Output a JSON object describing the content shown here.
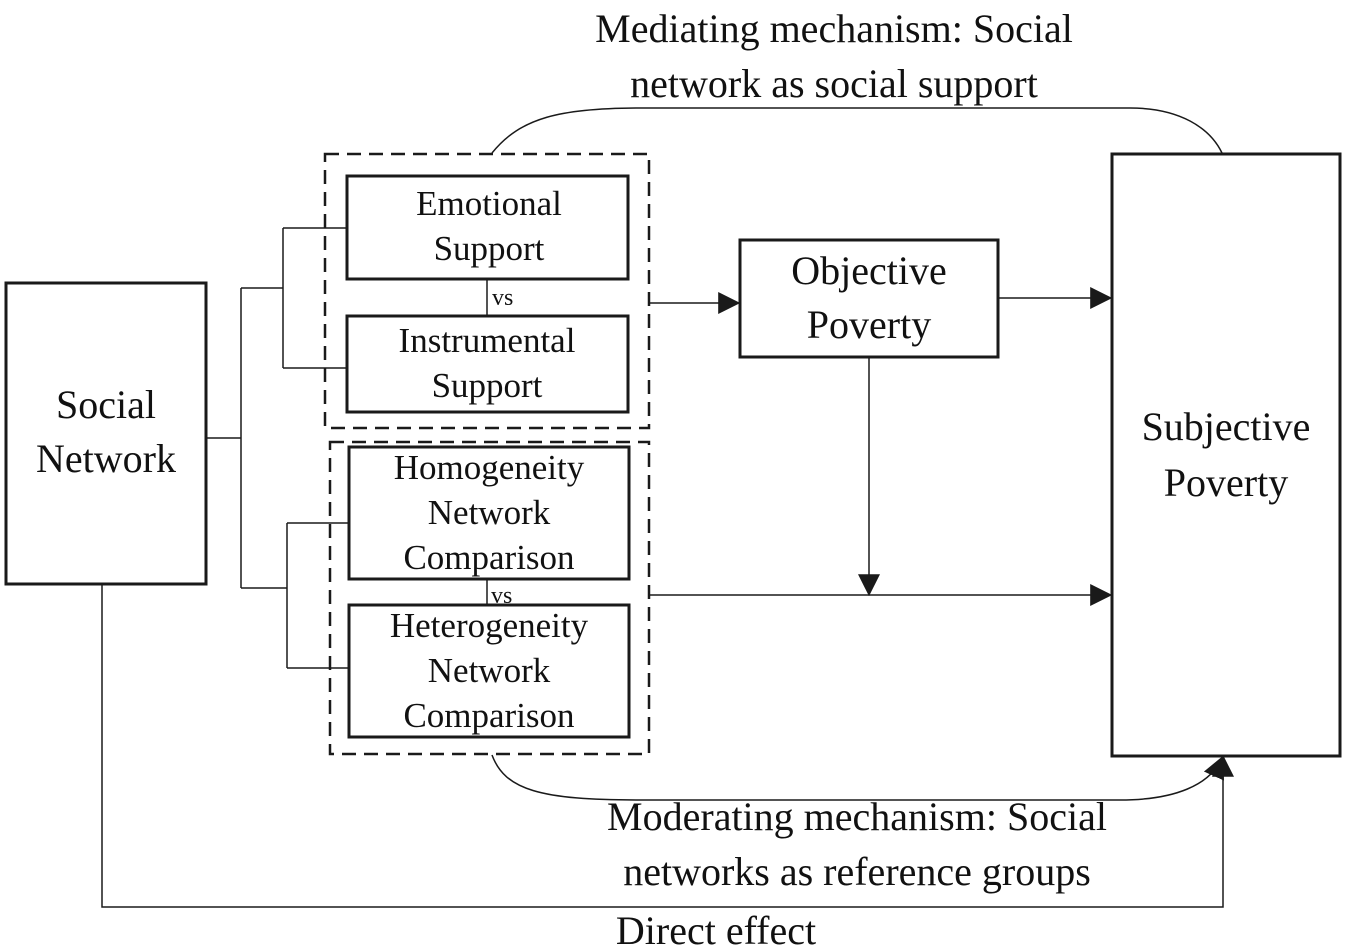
{
  "nodes": {
    "social_network": [
      "Social",
      "Network"
    ],
    "emotional_support": [
      "Emotional",
      "Support"
    ],
    "instrumental_support": [
      "Instrumental",
      "Support"
    ],
    "homogeneity_comparison": [
      "Homogeneity",
      "Network",
      "Comparison"
    ],
    "heterogeneity_comparison": [
      "Heterogeneity",
      "Network",
      "Comparison"
    ],
    "objective_poverty": [
      "Objective",
      "Poverty"
    ],
    "subjective_poverty": [
      "Subjective",
      "Poverty"
    ]
  },
  "vs_labels": {
    "support": "vs",
    "comparison": "vs"
  },
  "captions": {
    "mediating": [
      "Mediating mechanism: Social",
      "network as social support"
    ],
    "moderating": [
      "Moderating mechanism: Social",
      "networks as reference groups"
    ],
    "direct": "Direct effect"
  },
  "colors": {
    "line": "#1a1a1a",
    "background": "#ffffff"
  }
}
